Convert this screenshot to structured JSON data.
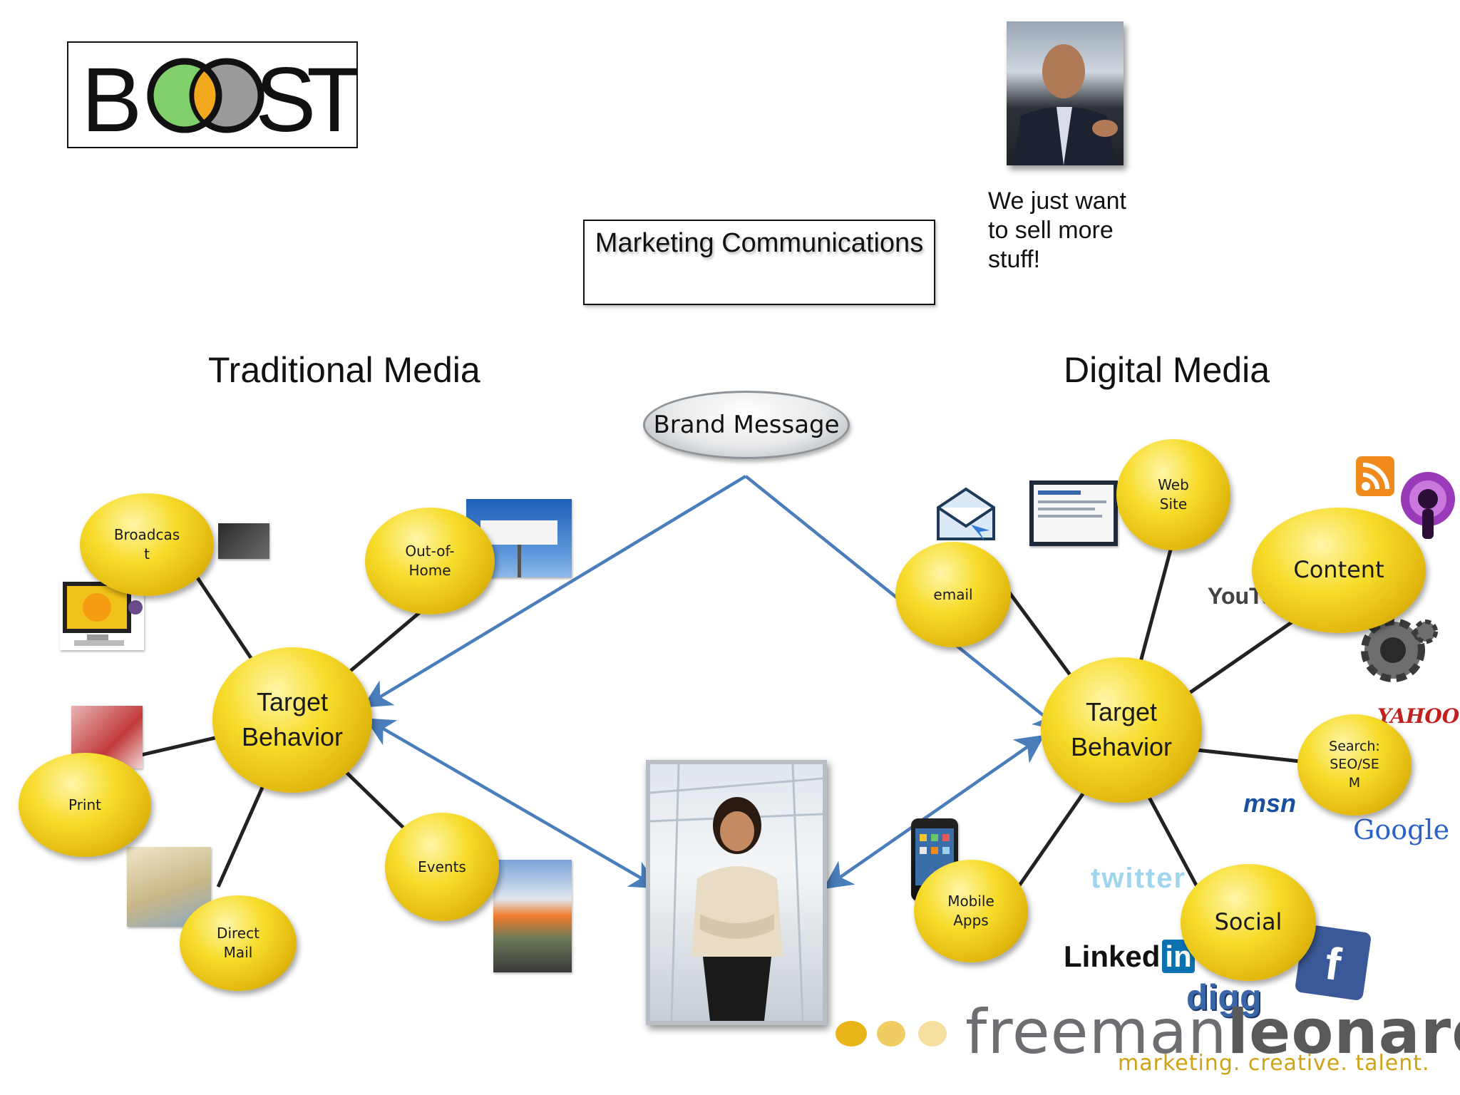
{
  "logo": {
    "text": "BOOST"
  },
  "title": "Marketing Communications",
  "quote": "We just want\nto sell more\nstuff!",
  "headings": {
    "traditional": "Traditional Media",
    "digital": "Digital Media"
  },
  "brand_message": "Brand Message",
  "target_left": "Target\nBehavior",
  "target_right": "Target\nBehavior",
  "traditional_nodes": {
    "broadcast": "Broadcas\nt",
    "out_of_home": "Out-of-\nHome",
    "print": "Print",
    "direct_mail": "Direct\nMail",
    "events": "Events"
  },
  "digital_nodes": {
    "web_site": "Web\nSite",
    "email": "email",
    "content": "Content",
    "search": "Search:\nSEO/SE\nM",
    "mobile_apps": "Mobile\nApps",
    "social": "Social"
  },
  "service_logos": {
    "youtube": "YouTube",
    "yahoo": "YAHOO!",
    "msn": "msn",
    "google": "Google",
    "twitter": "twitter",
    "linkedin_text": "Linked",
    "linkedin_in": "in",
    "digg": "digg",
    "facebook": "f"
  },
  "footer_logo": {
    "part1": "freeman",
    "part2": "leonard",
    "tagline": "marketing. creative. talent."
  },
  "colors": {
    "node_yellow": "#f7dc2a",
    "arrow_blue": "#4a7ebb",
    "connector": "#222222",
    "logo_green": "#7fcf6a",
    "logo_orange": "#f2a81d",
    "logo_gray": "#9a9a9a",
    "fl_dot_1": "#e8b418",
    "fl_dot_2": "#efcd63",
    "fl_dot_3": "#f5e0a1"
  },
  "icons": [
    "email-envelope-icon",
    "rss-icon",
    "podcast-icon",
    "settings-gears-icon"
  ]
}
